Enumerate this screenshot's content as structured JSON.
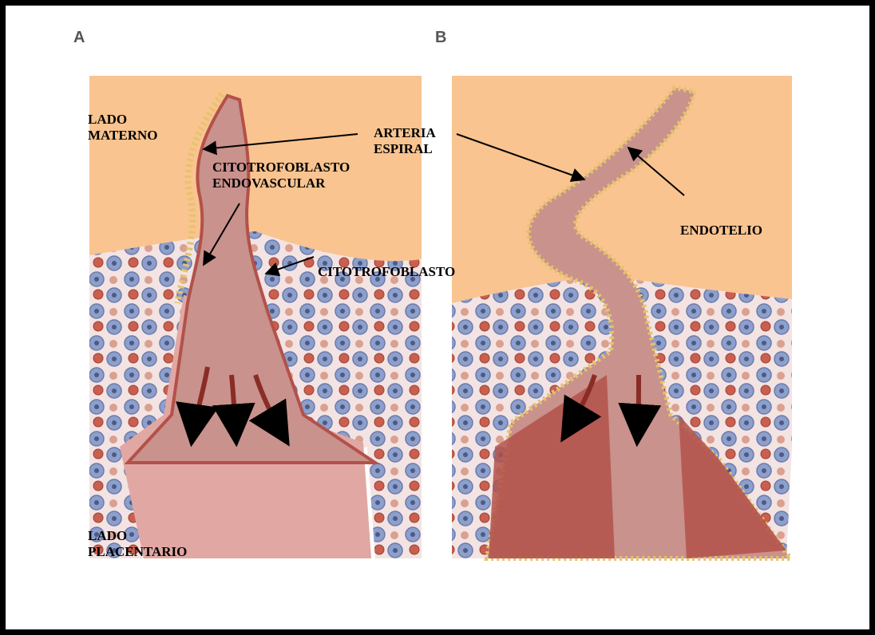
{
  "panels": {
    "a_letter": "A",
    "b_letter": "B"
  },
  "labels": {
    "lado_materno": [
      "LADO",
      "MATERNO"
    ],
    "arteria_espiral": [
      "ARTERIA",
      "ESPIRAL"
    ],
    "citotrofoblasto_endovascular": [
      "CITOTROFOBLASTO",
      "ENDOVASCULAR"
    ],
    "citotrofoblasto": "CITOTROFOBLASTO",
    "endotelio": "ENDOTELIO",
    "lado_placentario": [
      "LADO",
      "PLACENTARIO"
    ]
  },
  "colors": {
    "decidua": "#f9c490",
    "villous_tissue": "#f0d8d8",
    "artery_lumen": "#c9928c",
    "artery_wall_dark": "#b3514a",
    "cell_blue": "#8d9fcb",
    "cell_red": "#c9604f",
    "frame": "#000000"
  }
}
